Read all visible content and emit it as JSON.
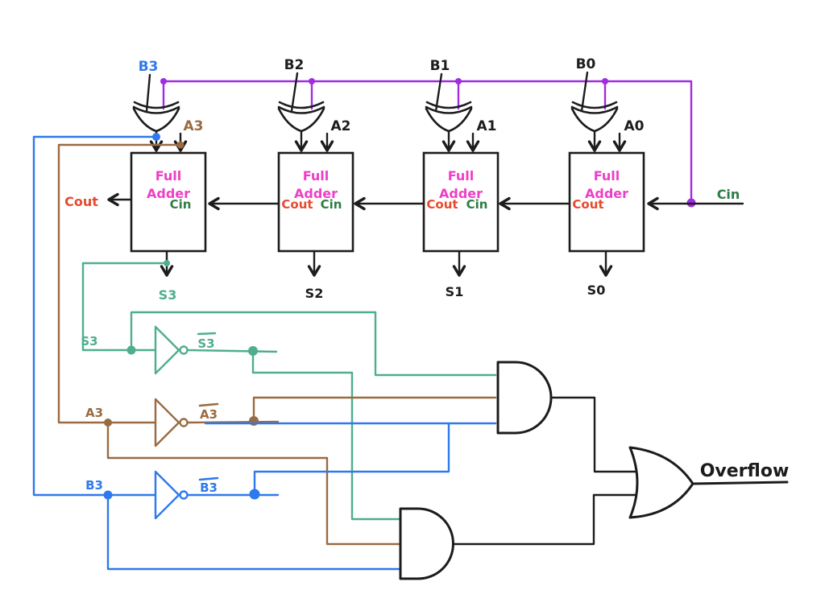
{
  "colors": {
    "black": "#1c1c1c",
    "blue": "#2e79ec",
    "brown": "#9a6b42",
    "teal": "#4fae8d",
    "purple": "#a12de0",
    "magenta": "#ee3fc6",
    "red": "#e64a2d",
    "green": "#2e7c46"
  },
  "bits": [
    {
      "b": "B3",
      "a": "A3",
      "s": "S3"
    },
    {
      "b": "B2",
      "a": "A2",
      "s": "S2"
    },
    {
      "b": "B1",
      "a": "A1",
      "s": "S1"
    },
    {
      "b": "B0",
      "a": "A0",
      "s": "S0"
    }
  ],
  "adder": {
    "line1": "Full",
    "line2": "Adder",
    "cout": "Cout",
    "cin": "Cin"
  },
  "carry_in_label": "Cin",
  "inverters": [
    {
      "input": "S3",
      "output": "S3"
    },
    {
      "input": "A3",
      "output": "A3"
    },
    {
      "input": "B3",
      "output": "B3"
    }
  ],
  "output_label": "Overflow"
}
